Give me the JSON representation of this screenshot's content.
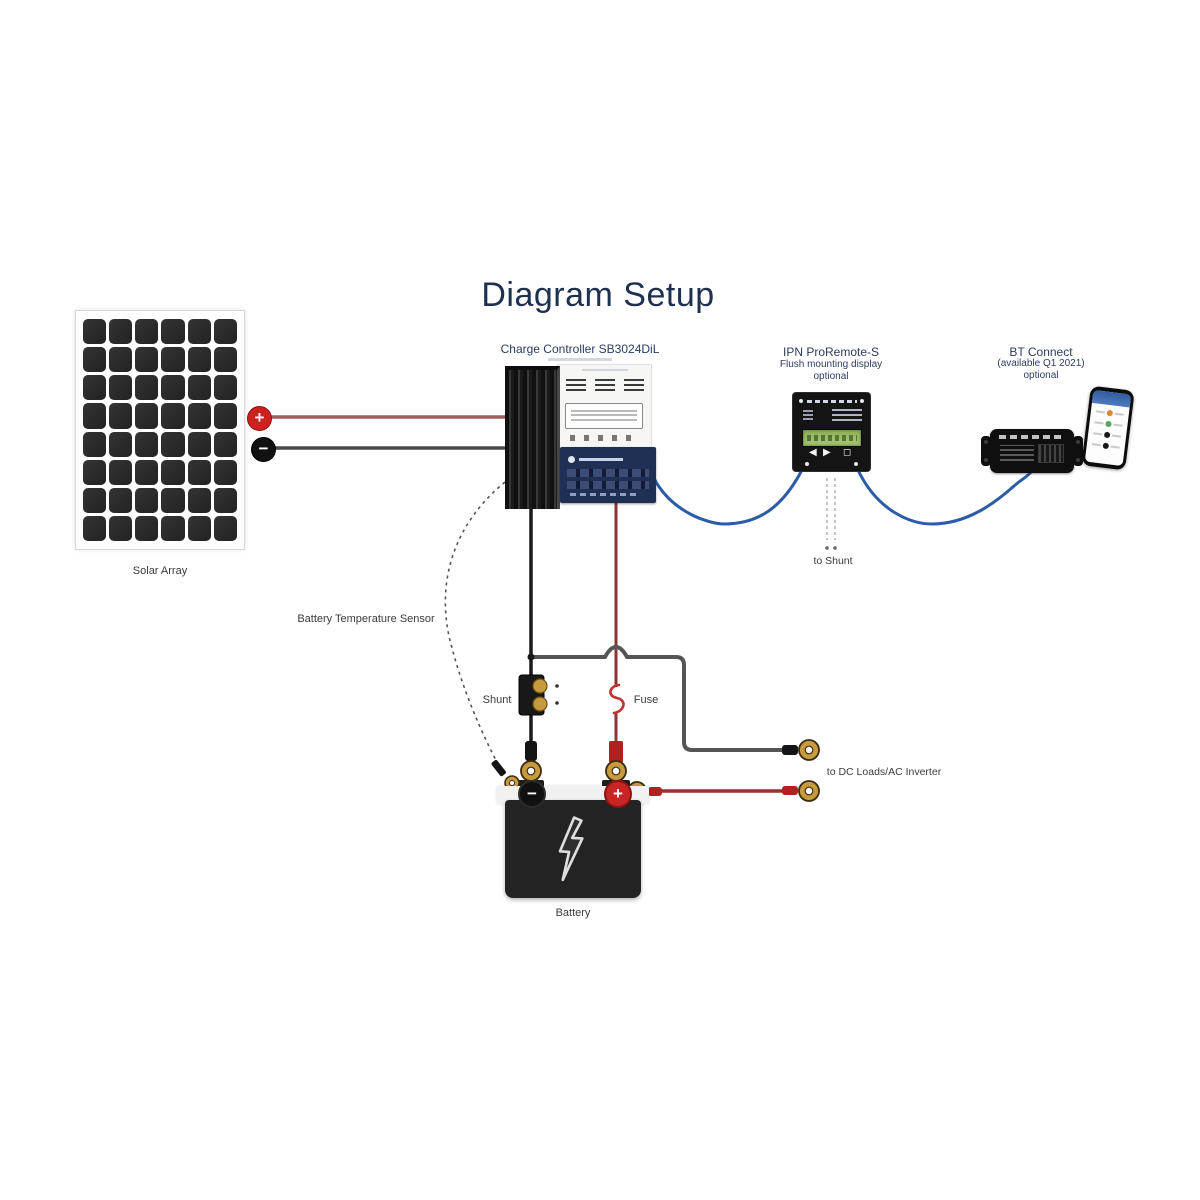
{
  "title": "Diagram Setup",
  "components": {
    "solar_array": {
      "label": "Solar Array",
      "rows": 8,
      "cols": 6
    },
    "charge_controller": {
      "label": "Charge Controller SB3024DiL"
    },
    "remote_display": {
      "label": "IPN ProRemote-S",
      "subtitle": "Flush mounting display",
      "note": "optional"
    },
    "bt_connect": {
      "label": "BT Connect",
      "subtitle": "(available Q1 2021)",
      "note": "optional"
    },
    "battery": {
      "label": "Battery"
    },
    "shunt": {
      "label": "Shunt"
    },
    "fuse": {
      "label": "Fuse"
    }
  },
  "annotations": {
    "to_shunt": "to Shunt",
    "battery_temp_sensor": "Battery Temperature  Sensor",
    "dc_loads": "to DC Loads/AC Inverter"
  },
  "connectors": {
    "positive": "+",
    "negative": "−"
  },
  "colors": {
    "title_text": "#1e3050",
    "header_text": "#2c3c60",
    "label_text": "#3b3b3b",
    "pv_positive_wire": "#a05b5b",
    "pv_negative_wire": "#4a4a4a",
    "battery_positive_wire": "#8c3434",
    "battery_negative_wire": "#1a1a1a",
    "load_wire": "#555555",
    "network_cable": "#2a5ca8",
    "fuse_symbol": "#c23232",
    "ring_terminal": "#c89a3e",
    "positive_marker": "#cf2020",
    "negative_marker": "#111111",
    "lcd_green": "#9ab968",
    "phone_app_dots": [
      "#d98a2b",
      "#58a65c",
      "#1a1a1a",
      "#1a1a1a"
    ]
  }
}
